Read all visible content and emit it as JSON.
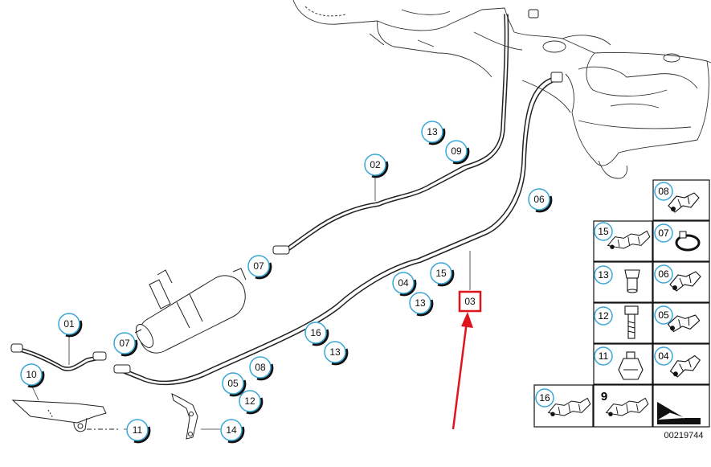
{
  "diagram": {
    "doc_number": "00219744",
    "highlighted_callout": "03",
    "accent_color": "#e0141c",
    "callout_ring_color": "#3aa6d8",
    "callouts": [
      "01",
      "02",
      "03",
      "04",
      "05",
      "06",
      "07",
      "07",
      "08",
      "09",
      "10",
      "11",
      "12",
      "13",
      "13",
      "13",
      "14",
      "15",
      "16"
    ],
    "catalog": [
      {
        "label": "08",
        "icon": "clip-bracket-icon"
      },
      {
        "label": "15",
        "icon": "multi-clip-icon"
      },
      {
        "label": "07",
        "icon": "hose-clamp-icon"
      },
      {
        "label": "13",
        "icon": "rubber-grommet-icon"
      },
      {
        "label": "06",
        "icon": "pipe-clip-icon"
      },
      {
        "label": "12",
        "icon": "bolt-icon"
      },
      {
        "label": "05",
        "icon": "pipe-clip-icon"
      },
      {
        "label": "11",
        "icon": "hex-nut-icon"
      },
      {
        "label": "04",
        "icon": "pipe-clip-icon"
      },
      {
        "label": "16",
        "icon": "multi-clip-icon"
      },
      {
        "label": "9",
        "icon": "multi-clip-icon"
      },
      {
        "label": "",
        "icon": "arrow-icon"
      }
    ]
  }
}
